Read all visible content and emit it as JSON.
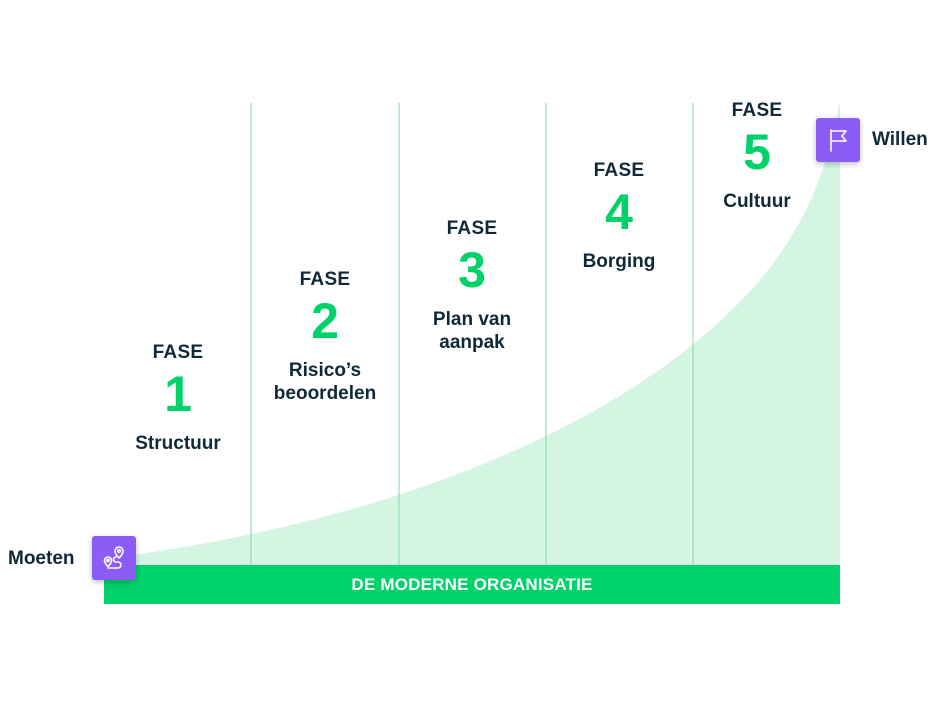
{
  "phases": [
    {
      "label": "FASE",
      "number": "1",
      "name": "Structuur"
    },
    {
      "label": "FASE",
      "number": "2",
      "name": "Risico’s\nbeoordelen"
    },
    {
      "label": "FASE",
      "number": "3",
      "name": "Plan van\naanpak"
    },
    {
      "label": "FASE",
      "number": "4",
      "name": "Borging"
    },
    {
      "label": "FASE",
      "number": "5",
      "name": "Cultuur"
    }
  ],
  "start_label": "Moeten",
  "end_label": "Willen",
  "base_bar": "DE MODERNE ORGANISATIE",
  "colors": {
    "green": "#00d26a",
    "light_green": "#d3f5e1",
    "purple": "#8b5cf6",
    "text": "#0e2a38"
  },
  "icons": {
    "start": "route-pin-icon",
    "end": "flag-icon"
  }
}
